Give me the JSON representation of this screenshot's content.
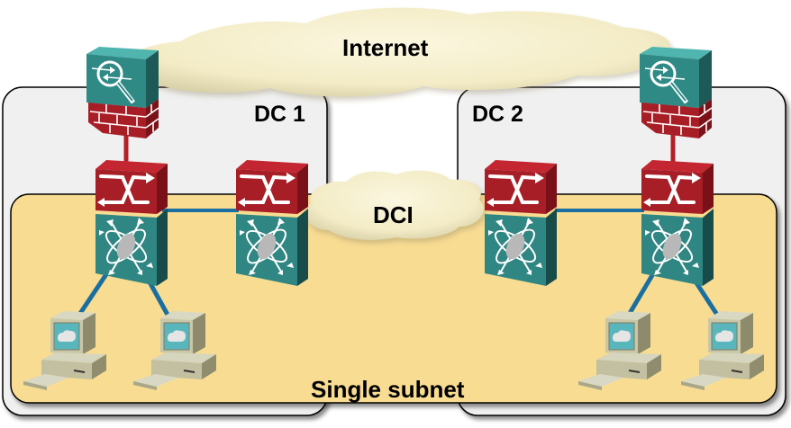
{
  "diagram": {
    "title": "Data center interconnect with single subnet",
    "labels": {
      "internet": "Internet",
      "dc1": "DC 1",
      "dc2": "DC 2",
      "dci": "DCI",
      "subnet": "Single subnet"
    },
    "colors": {
      "dc_zone_fill": "#f0f0f0",
      "subnet_fill": "#f8dc92",
      "cloud_fill": "#f5efcb",
      "router_red": "#b0212c",
      "switch_teal": "#2f8682",
      "firewall_teal": "#339e9a",
      "link_blue": "#1a6fa0",
      "link_red": "#b4202a",
      "pc_body": "#c9c7a8",
      "pc_screen": "#5ab6bd"
    },
    "nodes": [
      {
        "id": "fw1",
        "type": "firewall",
        "site": "DC 1"
      },
      {
        "id": "r1a",
        "type": "router",
        "site": "DC 1"
      },
      {
        "id": "s1a",
        "type": "multilayer-switch",
        "site": "DC 1"
      },
      {
        "id": "r1b",
        "type": "router",
        "site": "DC 1"
      },
      {
        "id": "s1b",
        "type": "multilayer-switch",
        "site": "DC 1"
      },
      {
        "id": "fw2",
        "type": "firewall",
        "site": "DC 2"
      },
      {
        "id": "r2a",
        "type": "router",
        "site": "DC 2"
      },
      {
        "id": "s2a",
        "type": "multilayer-switch",
        "site": "DC 2"
      },
      {
        "id": "r2b",
        "type": "router",
        "site": "DC 2"
      },
      {
        "id": "s2b",
        "type": "multilayer-switch",
        "site": "DC 2"
      },
      {
        "id": "pc1",
        "type": "workstation",
        "site": "DC 1"
      },
      {
        "id": "pc2",
        "type": "workstation",
        "site": "DC 1"
      },
      {
        "id": "pc3",
        "type": "workstation",
        "site": "DC 2"
      },
      {
        "id": "pc4",
        "type": "workstation",
        "site": "DC 2"
      }
    ],
    "links": [
      {
        "from": "fw1",
        "to": "r1a"
      },
      {
        "from": "s1a",
        "to": "s1b"
      },
      {
        "from": "s1a",
        "to": "pc1"
      },
      {
        "from": "s1a",
        "to": "pc2"
      },
      {
        "from": "fw2",
        "to": "r2b"
      },
      {
        "from": "s2a",
        "to": "s2b"
      },
      {
        "from": "s2b",
        "to": "pc3"
      },
      {
        "from": "s2b",
        "to": "pc4"
      },
      {
        "from": "s1b",
        "to": "DCI"
      },
      {
        "from": "s2a",
        "to": "DCI"
      }
    ]
  }
}
